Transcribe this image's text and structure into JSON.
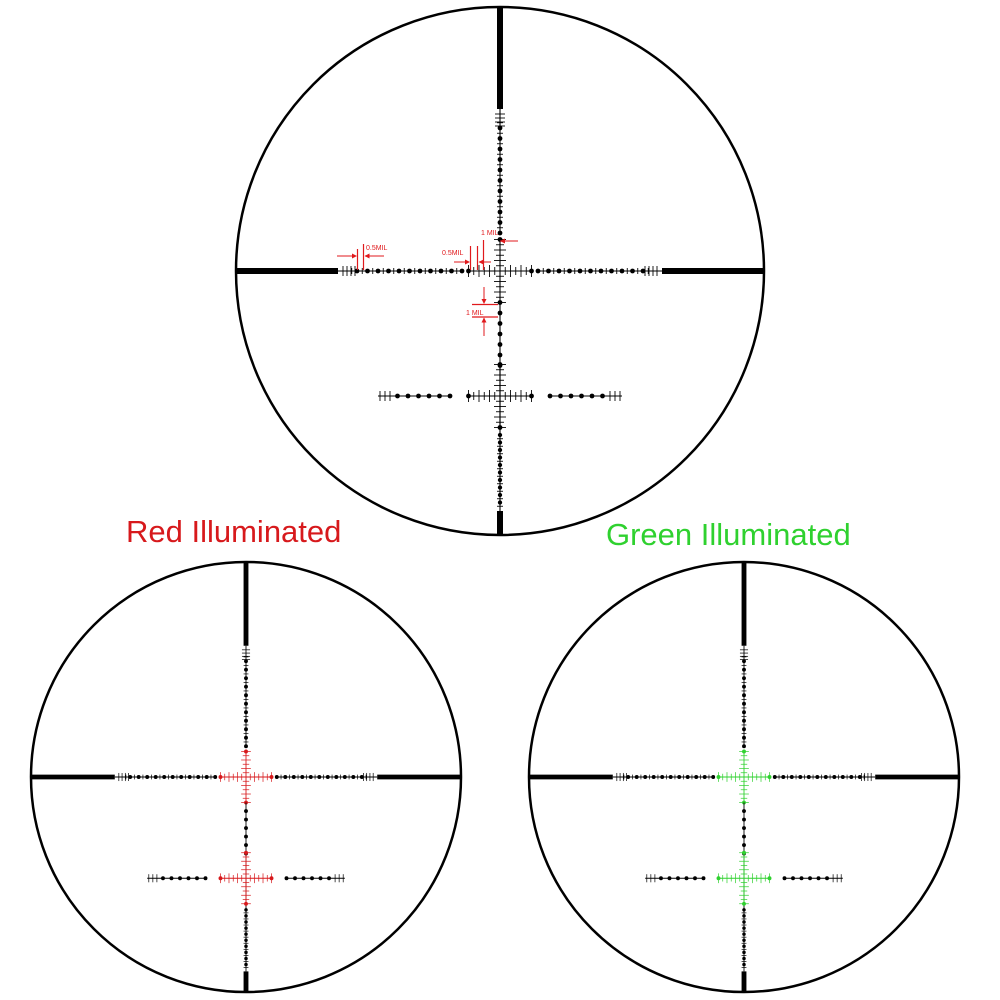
{
  "top_reticle": {
    "annotations": {
      "half_mil_left": "0.5MIL",
      "half_mil_center": "0.5MIL",
      "one_mil_horizontal": "1 MIL",
      "one_mil_vertical": "1 MIL"
    }
  },
  "red_reticle": {
    "label": "Red Illuminated",
    "illumination_color": "#d7191c"
  },
  "green_reticle": {
    "label": "Green Illuminated",
    "illumination_color": "#2fd12f"
  },
  "colors": {
    "reticle": "#000000",
    "annotation": "#e0191c"
  }
}
